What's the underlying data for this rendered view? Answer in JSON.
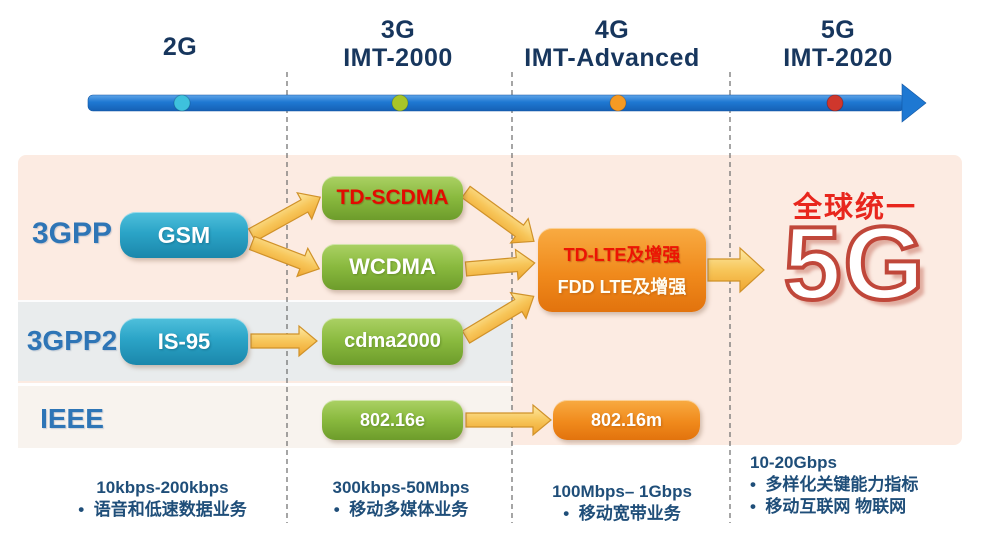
{
  "timeline": {
    "generations": [
      {
        "label_top": "2G",
        "label_bottom": "",
        "dot_color": "#3ec1dd"
      },
      {
        "label_top": "3G",
        "label_bottom": "IMT-2000",
        "dot_color": "#a8c528"
      },
      {
        "label_top": "4G",
        "label_bottom": "IMT-Advanced",
        "dot_color": "#f59a23"
      },
      {
        "label_top": "5G",
        "label_bottom": "IMT-2020",
        "dot_color": "#cf372c"
      }
    ]
  },
  "rows": [
    {
      "org": "3GPP"
    },
    {
      "org": "3GPP2"
    },
    {
      "org": "IEEE"
    }
  ],
  "boxes": {
    "gsm": "GSM",
    "td_scdma": "TD-SCDMA",
    "wcdma": "WCDMA",
    "td_lte_line1": "TD-LTE及增强",
    "td_lte_line2": "FDD LTE及增强",
    "is95": "IS-95",
    "cdma2000": "cdma2000",
    "ieee_3g": "802.16e",
    "ieee_4g": "802.16m"
  },
  "right_panel": {
    "headline": "全球统一",
    "big_label": "5G"
  },
  "footnotes": [
    {
      "rate": "10kbps-200kbps",
      "bullets": [
        "语音和低速数据业务"
      ]
    },
    {
      "rate": "300kbps-50Mbps",
      "bullets": [
        "移动多媒体业务"
      ]
    },
    {
      "rate": "100Mbps– 1Gbps",
      "bullets": [
        "移动宽带业务"
      ]
    },
    {
      "rate": "10-20Gbps",
      "bullets": [
        "多样化关键能力指标",
        "移动互联网 物联网"
      ]
    }
  ],
  "colors": {
    "band_peach": "#fcebe2",
    "band_gray": "#e9eced",
    "band_cream": "#f8f3ee",
    "timeline_blue": "#1e78d2",
    "header_navy": "#17365d",
    "org_label_blue": "#2e75b6",
    "box_teal": "#2ba4c7",
    "box_green": "#89b93e",
    "box_orange": "#f08a1c",
    "arrow_yellow": "#f2ae39",
    "accent_red": "#e8261d",
    "footnote_navy": "#1f4e79"
  }
}
